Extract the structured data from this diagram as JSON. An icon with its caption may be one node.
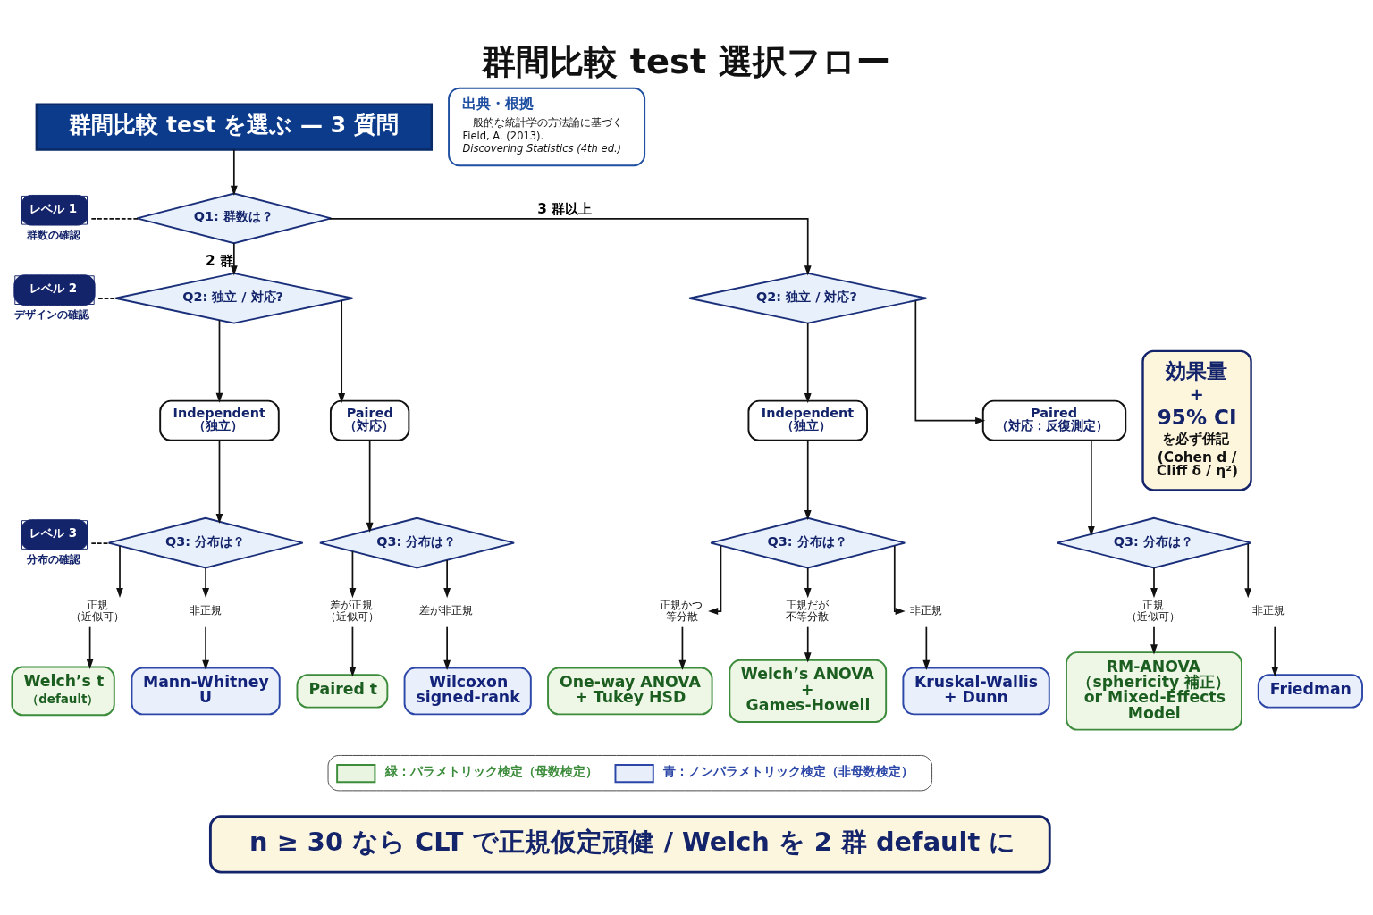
{
  "diagram": {
    "title": "群間比較 test 選択フロー",
    "nodes": [
      {
        "text": [
          "群間比較 test を選ぶ — 3 質問"
        ]
      },
      {
        "text": [
          "出典・根拠",
          "一般的な統計学の方法論に基づく",
          "Field, A. (2013).",
          "Discovering Statistics (4th ed.)"
        ]
      },
      {
        "text": [
          "レベル 1"
        ],
        "beside": [
          "群数の確認"
        ]
      },
      {
        "text": [
          "Q1: 群数は？"
        ]
      },
      {
        "text": [
          "レベル 2"
        ],
        "beside": [
          "デザインの確認"
        ]
      },
      {
        "text": [
          "Q2: 独立 / 対応?"
        ]
      },
      {
        "text": [
          "Q2: 独立 / 対応?"
        ]
      },
      {
        "text": [
          "Independent （独立）"
        ]
      },
      {
        "text": [
          "Paired （対応）"
        ]
      },
      {
        "text": [
          "Independent （独立）"
        ]
      },
      {
        "text": [
          "Paired （対応：反復測定）"
        ]
      },
      {
        "text": [
          "効果量",
          "+",
          "95% CI",
          "を必ず併記",
          "(Cohen d / Cliff δ / η²)"
        ]
      },
      {
        "text": [
          "レベル 3"
        ],
        "beside": [
          "分布の確認"
        ]
      },
      {
        "text": [
          "Q3: 分布は？"
        ]
      },
      {
        "text": [
          "Q3: 分布は？"
        ]
      },
      {
        "text": [
          "Q3: 分布は？"
        ]
      },
      {
        "text": [
          "Q3: 分布は？"
        ]
      },
      {
        "text": [
          "正規（近似可）"
        ]
      },
      {
        "text": [
          "非正規"
        ]
      },
      {
        "text": [
          "差が正規（近似可）"
        ]
      },
      {
        "text": [
          "差が非正規"
        ]
      },
      {
        "text": [
          "正規かつ等分散"
        ]
      },
      {
        "text": [
          "正規だが不等分散"
        ]
      },
      {
        "text": [
          "非正規"
        ]
      },
      {
        "text": [
          "正規（近似可）"
        ]
      },
      {
        "text": [
          "非正規"
        ]
      },
      {
        "text": [
          "Welch’s t",
          "（default）"
        ]
      },
      {
        "text": [
          "Mann-Whitney U"
        ]
      },
      {
        "text": [
          "Paired t"
        ]
      },
      {
        "text": [
          "Wilcoxon signed-rank"
        ]
      },
      {
        "text": [
          "One-way ANOVA + Tukey HSD"
        ]
      },
      {
        "text": [
          "Welch’s ANOVA + Games-Howell"
        ]
      },
      {
        "text": [
          "Kruskal-Wallis + Dunn"
        ]
      },
      {
        "text": [
          "RM-ANOVA （sphericity 補正） or Mixed-Effects Model"
        ]
      },
      {
        "text": [
          "Friedman"
        ]
      },
      {
        "text": [
          "n ≥ 30 なら CLT で正規仮定頑健 / Welch を 2 群 default に"
        ]
      }
    ],
    "edges": [
      {
        "from": 0,
        "to": 3,
        "arrow": "to"
      },
      {
        "from": 2,
        "to": 3,
        "arrow": "none",
        "style": "dashed"
      },
      {
        "from": 3,
        "to": 5,
        "label": "2 群",
        "arrow": "to"
      },
      {
        "from": 3,
        "to": 6,
        "label": "3 群以上",
        "arrow": "to"
      },
      {
        "from": 4,
        "to": 5,
        "arrow": "none",
        "style": "dashed"
      },
      {
        "from": 5,
        "to": 7,
        "arrow": "to"
      },
      {
        "from": 5,
        "to": 8,
        "arrow": "to"
      },
      {
        "from": 6,
        "to": 9,
        "arrow": "to"
      },
      {
        "from": 6,
        "to": 10,
        "arrow": "to"
      },
      {
        "from": 7,
        "to": 13,
        "arrow": "to"
      },
      {
        "from": 8,
        "to": 14,
        "arrow": "to"
      },
      {
        "from": 9,
        "to": 15,
        "arrow": "to"
      },
      {
        "from": 10,
        "to": 16,
        "arrow": "to"
      },
      {
        "from": 12,
        "to": 13,
        "arrow": "none",
        "style": "dashed"
      },
      {
        "from": 13,
        "to": 17,
        "arrow": "to"
      },
      {
        "from": 13,
        "to": 18,
        "arrow": "to"
      },
      {
        "from": 14,
        "to": 19,
        "arrow": "to"
      },
      {
        "from": 14,
        "to": 20,
        "arrow": "to"
      },
      {
        "from": 15,
        "to": 21,
        "arrow": "to"
      },
      {
        "from": 15,
        "to": 22,
        "arrow": "to"
      },
      {
        "from": 15,
        "to": 23,
        "arrow": "to"
      },
      {
        "from": 16,
        "to": 24,
        "arrow": "to"
      },
      {
        "from": 16,
        "to": 25,
        "arrow": "to"
      },
      {
        "from": 17,
        "to": 26,
        "arrow": "to"
      },
      {
        "from": 18,
        "to": 27,
        "arrow": "to"
      },
      {
        "from": 19,
        "to": 28,
        "arrow": "to"
      },
      {
        "from": 20,
        "to": 29,
        "arrow": "to"
      },
      {
        "from": 21,
        "to": 30,
        "arrow": "to"
      },
      {
        "from": 22,
        "to": 31,
        "arrow": "to"
      },
      {
        "from": 23,
        "to": 32,
        "arrow": "to"
      },
      {
        "from": 24,
        "to": 33,
        "arrow": "to"
      },
      {
        "from": 25,
        "to": 34,
        "arrow": "to"
      }
    ],
    "legend": [
      {
        "text": "緑：パラメトリック検定（母数検定）",
        "color": "#eaf5e1"
      },
      {
        "text": "青：ノンパラメトリック検定（非母数検定）",
        "color": "#e8effb"
      }
    ]
  }
}
